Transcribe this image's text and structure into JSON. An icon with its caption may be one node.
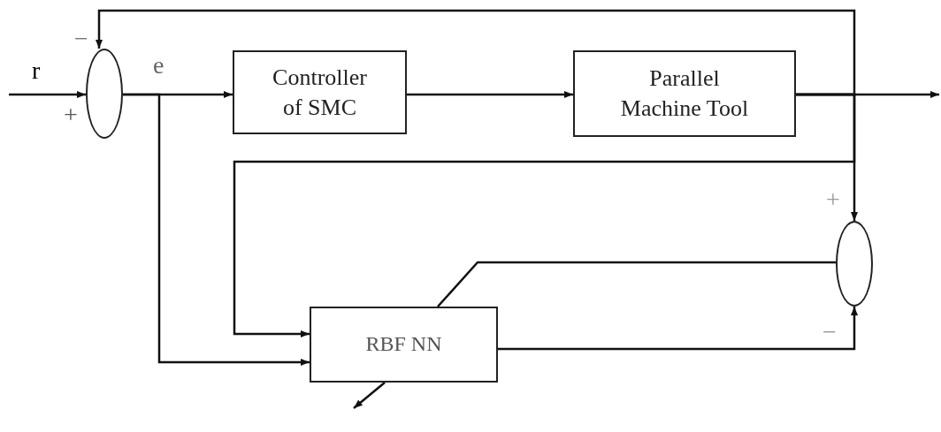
{
  "diagram": {
    "nodes": [
      {
        "text": [],
        "shape": "circle"
      },
      {
        "text": [
          "Controller of SMC"
        ]
      },
      {
        "text": [
          "Parallel Machine Tool"
        ]
      },
      {
        "text": [],
        "shape": "circle"
      },
      {
        "text": [
          "RBF NN"
        ]
      }
    ],
    "edges": [
      {
        "from": null,
        "to": 0,
        "arrow": "to"
      },
      {
        "from": 0,
        "to": 1,
        "arrow": "to"
      },
      {
        "from": 1,
        "to": 2,
        "arrow": "to"
      },
      {
        "from": 2,
        "to": null,
        "arrow": "to"
      },
      {
        "from": 2,
        "to": 0,
        "arrow": "to"
      },
      {
        "from": 2,
        "to": 3,
        "arrow": "to"
      },
      {
        "from": 2,
        "to": 4,
        "arrow": "to"
      },
      {
        "from": 0,
        "to": 4,
        "arrow": "to"
      },
      {
        "from": 4,
        "to": 3,
        "arrow": "to"
      },
      {
        "from": 3,
        "to": 4,
        "arrow": "none"
      },
      {
        "from": 4,
        "to": null,
        "arrow": "to"
      }
    ],
    "labels": [
      "−",
      "r",
      "+",
      "e",
      "+",
      "−"
    ]
  }
}
